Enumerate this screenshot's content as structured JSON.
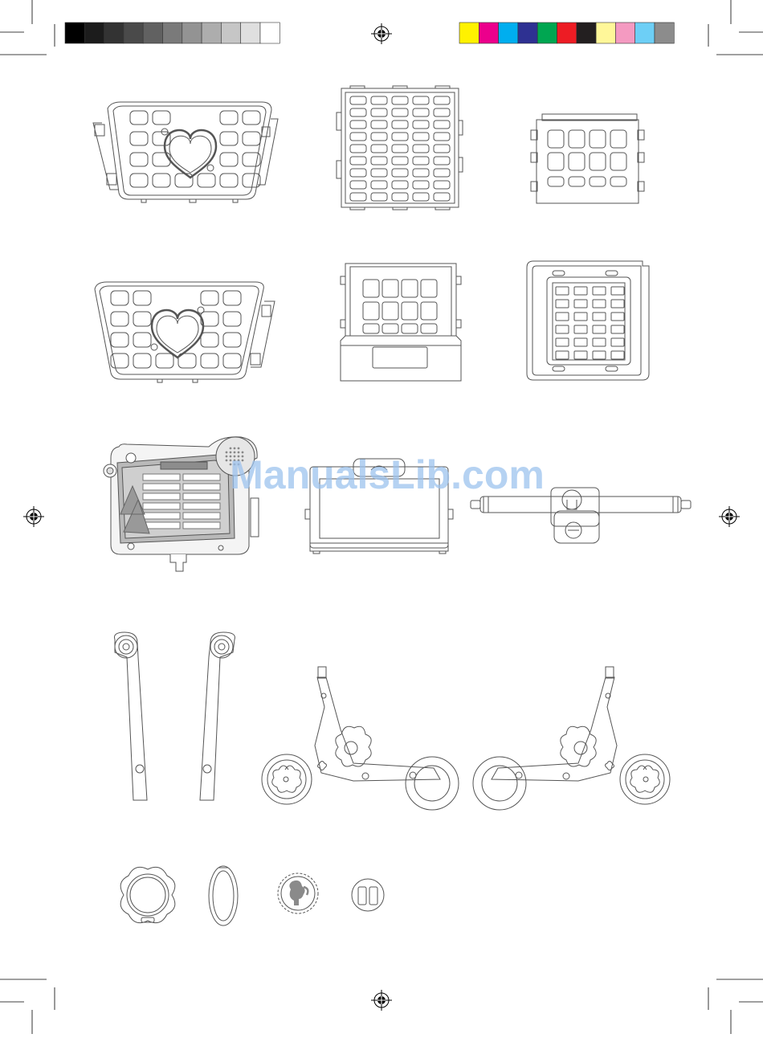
{
  "watermark": "ManualsLib.com",
  "colors": {
    "line": "#555555",
    "watermark": "#9dc3ee",
    "gray_patches": [
      "#000000",
      "#1c1c1c",
      "#333333",
      "#4a4a4a",
      "#616161",
      "#7a7a7a",
      "#939393",
      "#adadad",
      "#c6c6c6",
      "#dfdfdf",
      "#ffffff"
    ],
    "color_patches": [
      "#fff200",
      "#ec008c",
      "#00aeef",
      "#2e3192",
      "#00a651",
      "#ed1c24",
      "#231f20",
      "#fff799",
      "#f49ac1",
      "#6dcff6",
      "#8c8c8c"
    ]
  },
  "figure": {
    "parts": [
      "basket-front-top",
      "grid-panel-large",
      "grid-panel-small",
      "basket-front-bottom",
      "box-with-drawer",
      "framed-grid-panel",
      "toy-display-screen",
      "handle-frame",
      "axle-bar",
      "side-legs",
      "wheel-frame-left",
      "wheel-frame-right",
      "flower-cap",
      "ring-part",
      "barbie-badge",
      "clip-part"
    ]
  }
}
